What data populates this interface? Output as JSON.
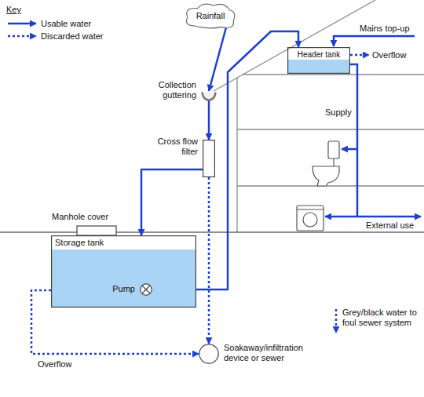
{
  "diagram": {
    "nodes": [
      {
        "text": [
          "Rainfall"
        ]
      },
      {
        "text": [
          "Collection guttering"
        ]
      },
      {
        "text": [
          "Header tank"
        ]
      },
      {
        "text": [
          "Cross flow filter"
        ]
      },
      {
        "text": [
          "Storage tank"
        ]
      },
      {
        "text": [
          "Pump"
        ],
        "in": 4
      },
      {
        "text": [
          "Soakaway/infiltration device or sewer"
        ]
      }
    ],
    "edges": [
      {
        "from": 0,
        "to": 1,
        "arrow": "to"
      },
      {
        "from": 1,
        "to": 3,
        "arrow": "to"
      },
      {
        "from": 3,
        "to": 4,
        "arrow": "to"
      },
      {
        "from": 3,
        "to": 6,
        "arrow": "to"
      },
      {
        "from": 4,
        "to": 6,
        "label": "Overflow",
        "arrow": "to"
      },
      {
        "from": 5,
        "to": 2,
        "arrow": "to"
      }
    ],
    "labels": [
      "Key",
      "Mains top-up",
      "Overflow",
      "Supply",
      "External use",
      "Manhole cover",
      "Grey/black water to foul sewer system"
    ],
    "legend": [
      {
        "text": "Usable water"
      },
      {
        "text": "Discarded water"
      }
    ]
  }
}
